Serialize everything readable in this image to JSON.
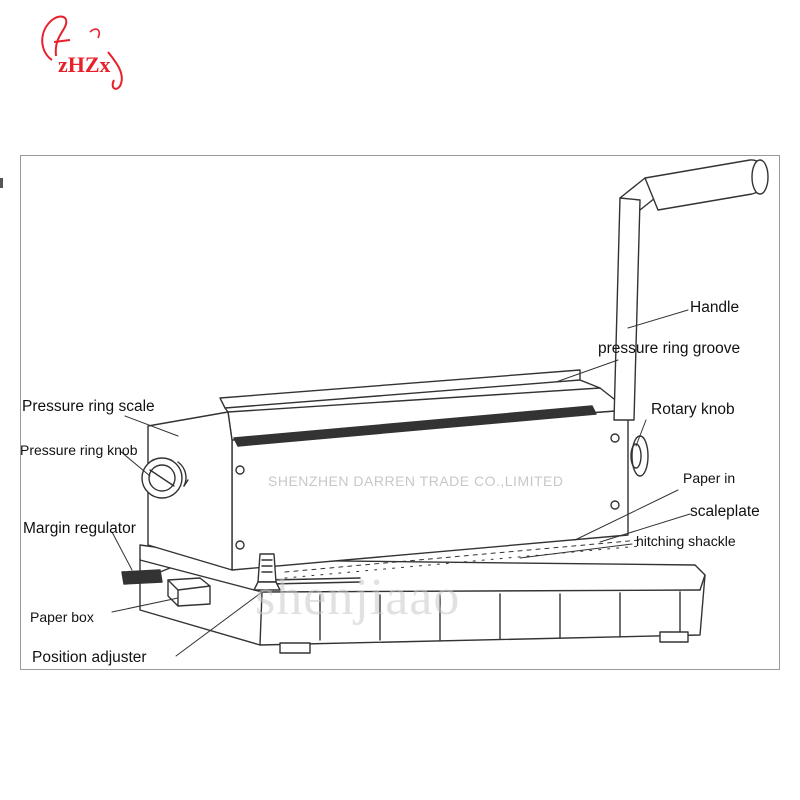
{
  "logo": {
    "text": "zHZx"
  },
  "watermarks": {
    "company": "SHENZHEN DARREN TRADE CO.,LIMITED",
    "store": "shenjiaao"
  },
  "labels": {
    "handle": "Handle",
    "pressure_ring_groove": "pressure ring groove",
    "pressure_ring_scale": "Pressure ring scale",
    "rotary_knob": "Rotary knob",
    "pressure_ring_knob": "Pressure ring knob",
    "paper_in": "Paper in",
    "scaleplate": "scaleplate",
    "margin_regulator": "Margin regulator",
    "hitching_shackle": "hitching shackle",
    "paper_box": "Paper box",
    "position_adjuster": "Position adjuster"
  },
  "colors": {
    "logo_red": "#e8202a",
    "line": "#333333",
    "frame": "#9a9a9a"
  }
}
